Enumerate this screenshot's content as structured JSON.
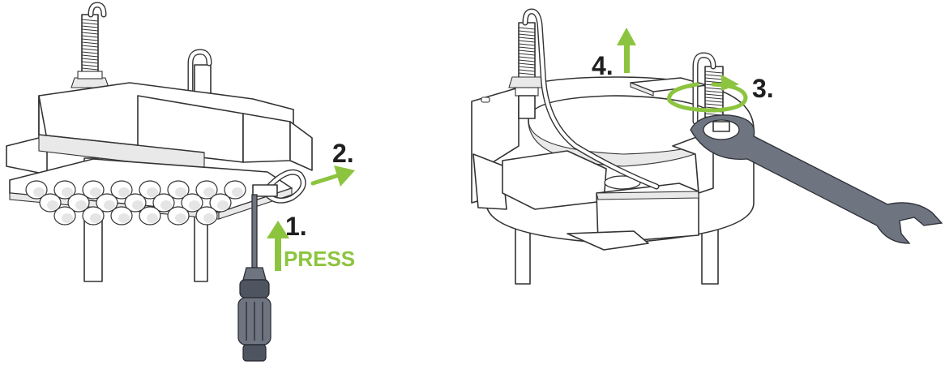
{
  "steps": [
    {
      "id": "step1",
      "label": "1."
    },
    {
      "id": "step2",
      "label": "2."
    },
    {
      "id": "step3",
      "label": "3."
    },
    {
      "id": "step4",
      "label": "4."
    }
  ],
  "press_label": "PRESS",
  "colors": {
    "accent": "#8cc43f",
    "outline": "#333333",
    "tool": "#6e7480"
  },
  "icons": {
    "step1": "arrow-up-icon",
    "step2": "arrow-right-icon",
    "step3": "rotate-arrow-icon",
    "step4": "arrow-up-icon"
  }
}
